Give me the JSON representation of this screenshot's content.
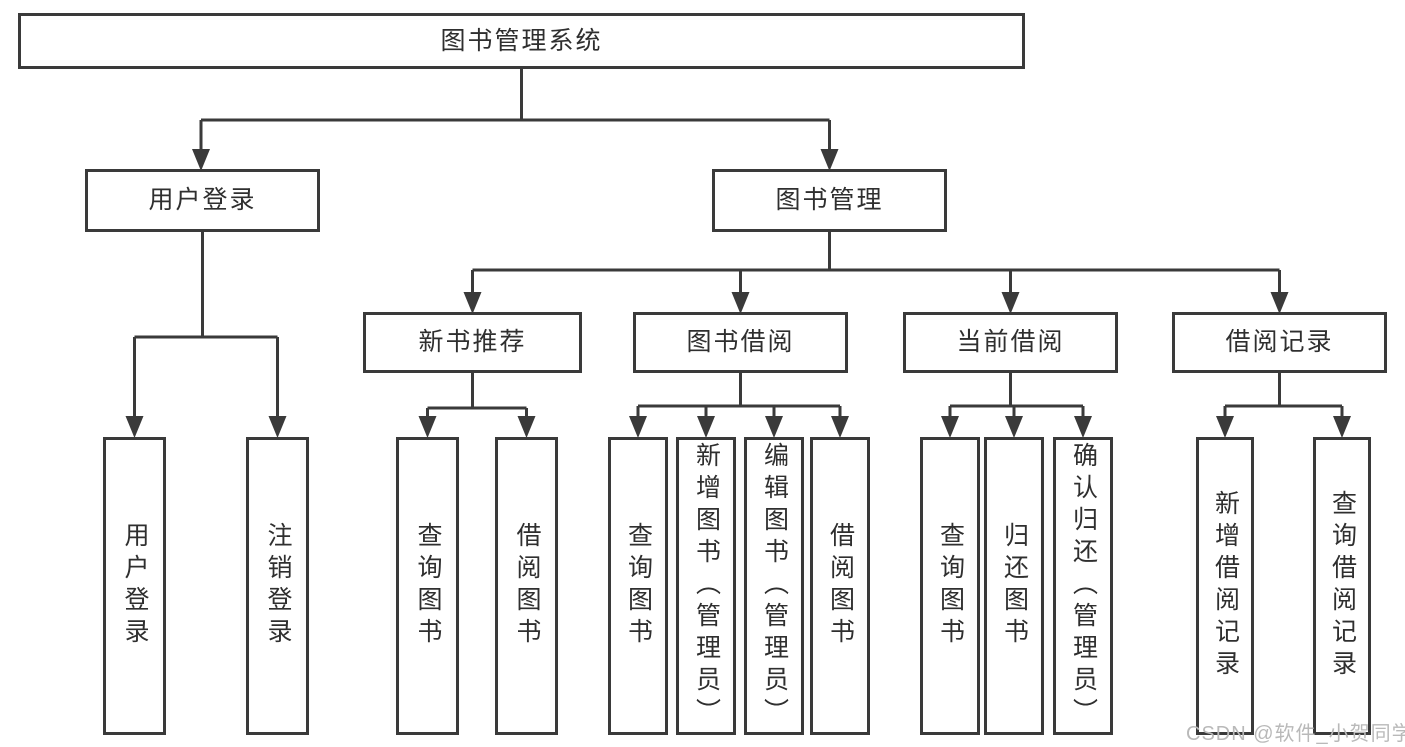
{
  "diagram": {
    "root": {
      "label": "图书管理系统"
    },
    "branches": [
      {
        "label": "用户登录",
        "children": [
          {
            "label": "用户登录"
          },
          {
            "label": "注销登录"
          }
        ]
      },
      {
        "label": "图书管理",
        "children": [
          {
            "label": "新书推荐",
            "children": [
              {
                "label": "查询图书"
              },
              {
                "label": "借阅图书"
              }
            ]
          },
          {
            "label": "图书借阅",
            "children": [
              {
                "label": "查询图书"
              },
              {
                "label": "新增图书（管理员）"
              },
              {
                "label": "编辑图书（管理员）"
              },
              {
                "label": "借阅图书"
              }
            ]
          },
          {
            "label": "当前借阅",
            "children": [
              {
                "label": "查询图书"
              },
              {
                "label": "归还图书"
              },
              {
                "label": "确认归还（管理员）"
              }
            ]
          },
          {
            "label": "借阅记录",
            "children": [
              {
                "label": "新增借阅记录"
              },
              {
                "label": "查询借阅记录"
              }
            ]
          }
        ]
      }
    ]
  },
  "watermark": {
    "text": "CSDN @软件_小贺同学"
  },
  "colors": {
    "line": "#3a3a3a",
    "text": "#2f2f2f",
    "background": "#ffffff",
    "watermark": "#b9b9b9"
  }
}
